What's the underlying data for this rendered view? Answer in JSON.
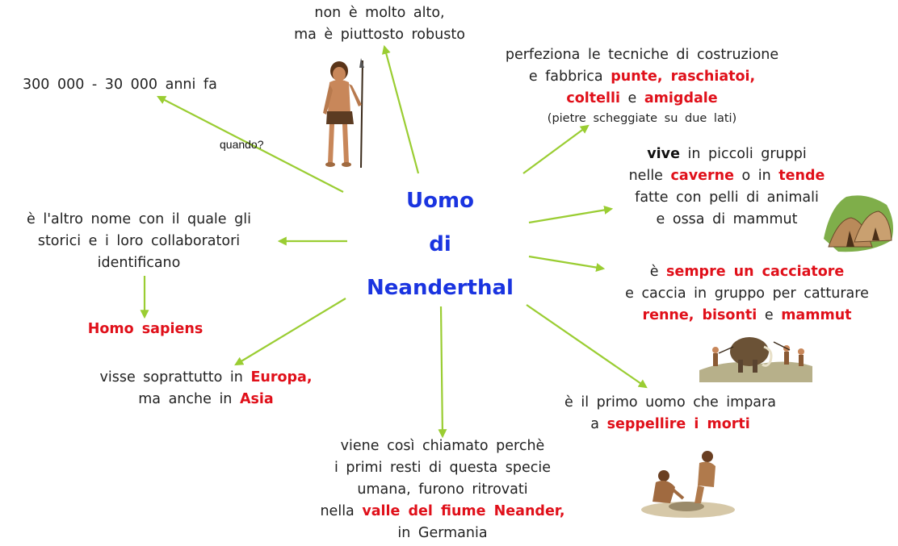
{
  "center": {
    "line1": "Uomo",
    "line2": "di",
    "line3": "Neanderthal"
  },
  "edge_label": "quando?",
  "nodes": {
    "when": "300 000 - 30 000 anni fa",
    "stature": {
      "line1": "non è molto alto,",
      "line2": "ma è piuttosto robusto"
    },
    "tools": {
      "line1": "perfeziona le tecniche di costruzione",
      "line2_a": "e fabbrica ",
      "line2_b": "punte, raschiatoi,",
      "line3_a": "coltelli",
      "line3_b": " e ",
      "line3_c": "amigdale",
      "line4": "(pietre scheggiate su due lati)"
    },
    "living": {
      "line1_a": "vive",
      "line1_b": " in piccoli gruppi",
      "line2_a": "nelle ",
      "line2_b": "caverne",
      "line2_c": " o in ",
      "line2_d": "tende",
      "line3": "fatte con pelli di animali",
      "line4": "e ossa di mammut"
    },
    "hunter": {
      "line1_a": "è ",
      "line1_b": "sempre un cacciatore",
      "line2": "e caccia in gruppo per catturare",
      "line3_a": "renne, bisonti",
      "line3_b": " e ",
      "line3_c": "mammut"
    },
    "burial": {
      "line1": "è il primo uomo che impara",
      "line2_a": "a ",
      "line2_b": "seppellire i morti"
    },
    "name": {
      "line1": "viene così chiamato perchè",
      "line2": "i primi resti di questa specie",
      "line3": "umana, furono ritrovati",
      "line4_a": "nella ",
      "line4_b": "valle del fiume Neander,",
      "line5": "in Germania"
    },
    "where": {
      "line1_a": "visse soprattutto in ",
      "line1_b": "Europa,",
      "line2_a": "ma anche in ",
      "line2_b": "Asia"
    },
    "other_name": {
      "line1": "è l'altro nome con il quale gli",
      "line2": "storici e i loro collaboratori",
      "line3": "identificano"
    },
    "sapiens": "Homo sapiens"
  },
  "colors": {
    "arrow": "#9acd32",
    "title": "#1a34e0",
    "highlight": "#e0101a"
  },
  "icons": [
    "neanderthal-man-illustration",
    "hut-illustration",
    "mammoth-hunt-illustration",
    "burial-scene-illustration"
  ]
}
